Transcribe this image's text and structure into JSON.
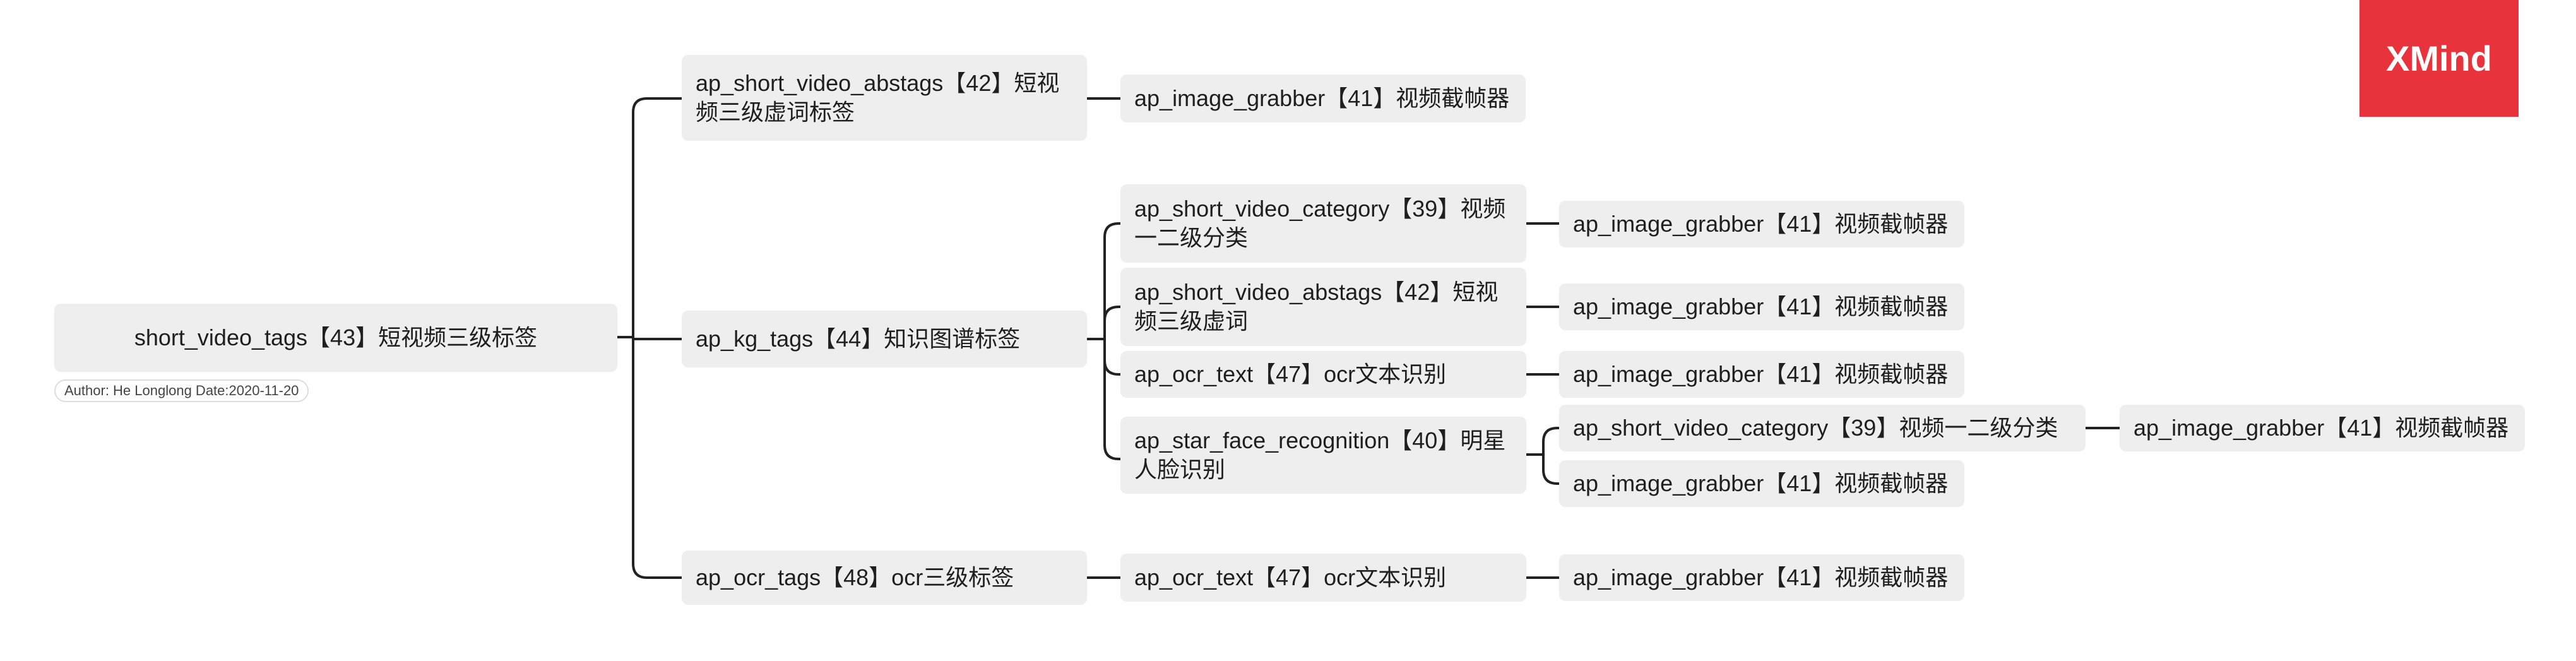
{
  "colors": {
    "node_fill": "#eeeeee",
    "line": "#222222",
    "logo": "#e8323c"
  },
  "meta": {
    "author_line": "Author: He Longlong Date:2020-11-20"
  },
  "logo": {
    "text": "XMind"
  },
  "nodes": {
    "root": "short_video_tags【43】短视频三级标签",
    "abstags_l1": "ap_short_video_abstags【42】短视频三级虚词标签",
    "abstags_l1_grabber": "ap_image_grabber【41】视频截帧器",
    "kg": "ap_kg_tags【44】知识图谱标签",
    "kg_category": "ap_short_video_category【39】视频一二级分类",
    "kg_category_grabber": "ap_image_grabber【41】视频截帧器",
    "kg_abstags": "ap_short_video_abstags【42】短视频三级虚词",
    "kg_abstags_grabber": "ap_image_grabber【41】视频截帧器",
    "kg_ocr": "ap_ocr_text【47】ocr文本识别",
    "kg_ocr_grabber": "ap_image_grabber【41】视频截帧器",
    "kg_star": "ap_star_face_recognition【40】明星人脸识别",
    "kg_star_category": "ap_short_video_category【39】视频一二级分类",
    "kg_star_category_grabber": "ap_image_grabber【41】视频截帧器",
    "kg_star_grabber": "ap_image_grabber【41】视频截帧器",
    "ocrtags": "ap_ocr_tags【48】ocr三级标签",
    "ocrtags_ocr": "ap_ocr_text【47】ocr文本识别",
    "ocrtags_ocr_grabber": "ap_image_grabber【41】视频截帧器"
  }
}
